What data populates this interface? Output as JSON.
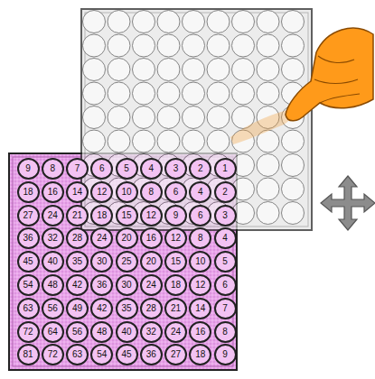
{
  "diagram": {
    "nodes": [
      {
        "text": [
          "9"
        ]
      },
      {
        "text": [
          "8"
        ]
      },
      {
        "text": [
          "7"
        ]
      },
      {
        "text": [
          "6"
        ]
      },
      {
        "text": [
          "5"
        ]
      },
      {
        "text": [
          "4"
        ]
      },
      {
        "text": [
          "3"
        ]
      },
      {
        "text": [
          "2"
        ]
      },
      {
        "text": [
          "1"
        ]
      },
      {
        "text": [
          "18"
        ]
      },
      {
        "text": [
          "16"
        ]
      },
      {
        "text": [
          "14"
        ]
      },
      {
        "text": [
          "12"
        ]
      },
      {
        "text": [
          "10"
        ]
      },
      {
        "text": [
          "8"
        ]
      },
      {
        "text": [
          "6"
        ]
      },
      {
        "text": [
          "4"
        ]
      },
      {
        "text": [
          "2"
        ]
      },
      {
        "text": [
          "27"
        ]
      },
      {
        "text": [
          "24"
        ]
      },
      {
        "text": [
          "21"
        ]
      },
      {
        "text": [
          "18"
        ]
      },
      {
        "text": [
          "15"
        ]
      },
      {
        "text": [
          "12"
        ]
      },
      {
        "text": [
          "9"
        ]
      },
      {
        "text": [
          "6"
        ]
      },
      {
        "text": [
          "3"
        ]
      },
      {
        "text": [
          "36"
        ]
      },
      {
        "text": [
          "32"
        ]
      },
      {
        "text": [
          "28"
        ]
      },
      {
        "text": [
          "24"
        ]
      },
      {
        "text": [
          "20"
        ]
      },
      {
        "text": [
          "16"
        ]
      },
      {
        "text": [
          "12"
        ]
      },
      {
        "text": [
          "8"
        ]
      },
      {
        "text": [
          "4"
        ]
      },
      {
        "text": [
          "45"
        ]
      },
      {
        "text": [
          "40"
        ]
      },
      {
        "text": [
          "35"
        ]
      },
      {
        "text": [
          "30"
        ]
      },
      {
        "text": [
          "25"
        ]
      },
      {
        "text": [
          "20"
        ]
      },
      {
        "text": [
          "15"
        ]
      },
      {
        "text": [
          "10"
        ]
      },
      {
        "text": [
          "5"
        ]
      },
      {
        "text": [
          "54"
        ]
      },
      {
        "text": [
          "48"
        ]
      },
      {
        "text": [
          "42"
        ]
      },
      {
        "text": [
          "36"
        ]
      },
      {
        "text": [
          "30"
        ]
      },
      {
        "text": [
          "24"
        ]
      },
      {
        "text": [
          "18"
        ]
      },
      {
        "text": [
          "12"
        ]
      },
      {
        "text": [
          "6"
        ]
      },
      {
        "text": [
          "63"
        ]
      },
      {
        "text": [
          "56"
        ]
      },
      {
        "text": [
          "49"
        ]
      },
      {
        "text": [
          "42"
        ]
      },
      {
        "text": [
          "35"
        ]
      },
      {
        "text": [
          "28"
        ]
      },
      {
        "text": [
          "21"
        ]
      },
      {
        "text": [
          "14"
        ]
      },
      {
        "text": [
          "7"
        ]
      },
      {
        "text": [
          "72"
        ]
      },
      {
        "text": [
          "64"
        ]
      },
      {
        "text": [
          "56"
        ]
      },
      {
        "text": [
          "48"
        ]
      },
      {
        "text": [
          "40"
        ]
      },
      {
        "text": [
          "32"
        ]
      },
      {
        "text": [
          "24"
        ]
      },
      {
        "text": [
          "16"
        ]
      },
      {
        "text": [
          "8"
        ]
      },
      {
        "text": [
          "81"
        ]
      },
      {
        "text": [
          "72"
        ]
      },
      {
        "text": [
          "63"
        ]
      },
      {
        "text": [
          "54"
        ]
      },
      {
        "text": [
          "45"
        ]
      },
      {
        "text": [
          "36"
        ]
      },
      {
        "text": [
          "27"
        ]
      },
      {
        "text": [
          "18"
        ]
      },
      {
        "text": [
          "9"
        ]
      }
    ]
  }
}
